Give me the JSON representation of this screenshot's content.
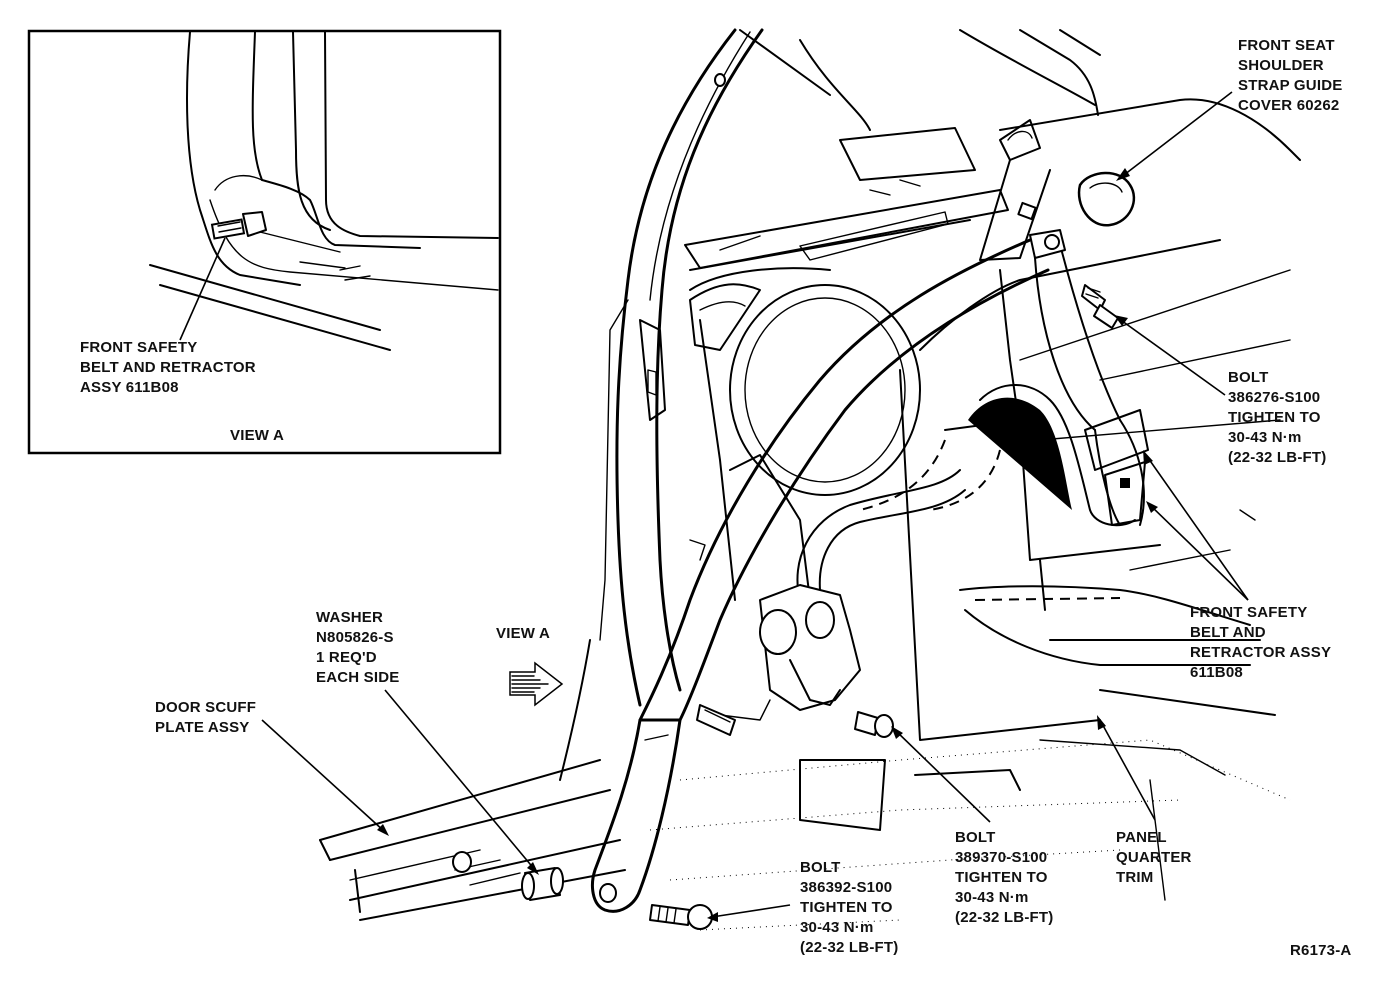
{
  "inset": {
    "title": "VIEW A",
    "label": [
      "FRONT SAFETY",
      "BELT AND RETRACTOR",
      "ASSY 611B08"
    ]
  },
  "callouts": {
    "guide_cover": [
      "FRONT SEAT",
      "SHOULDER",
      "STRAP GUIDE",
      "COVER 60262"
    ],
    "bolt_upper": [
      "BOLT",
      "386276-S100",
      "TIGHTEN TO",
      "30-43 N·m",
      "(22-32 LB-FT)"
    ],
    "belt_assy": [
      "FRONT SAFETY",
      "BELT AND",
      "RETRACTOR ASSY",
      "611B08"
    ],
    "washer": [
      "WASHER",
      "N805826-S",
      "1 REQ'D",
      "EACH SIDE"
    ],
    "view_a": "VIEW A",
    "scuff_plate": [
      "DOOR SCUFF",
      "PLATE ASSY"
    ],
    "bolt_middle": [
      "BOLT",
      "389370-S100",
      "TIGHTEN TO",
      "30-43 N·m",
      "(22-32 LB-FT)"
    ],
    "panel_trim": [
      "PANEL",
      "QUARTER",
      "TRIM"
    ],
    "bolt_lower": [
      "BOLT",
      "386392-S100",
      "TIGHTEN TO",
      "30-43 N·m",
      "(22-32 LB-FT)"
    ]
  },
  "figure_id": "R6173-A"
}
